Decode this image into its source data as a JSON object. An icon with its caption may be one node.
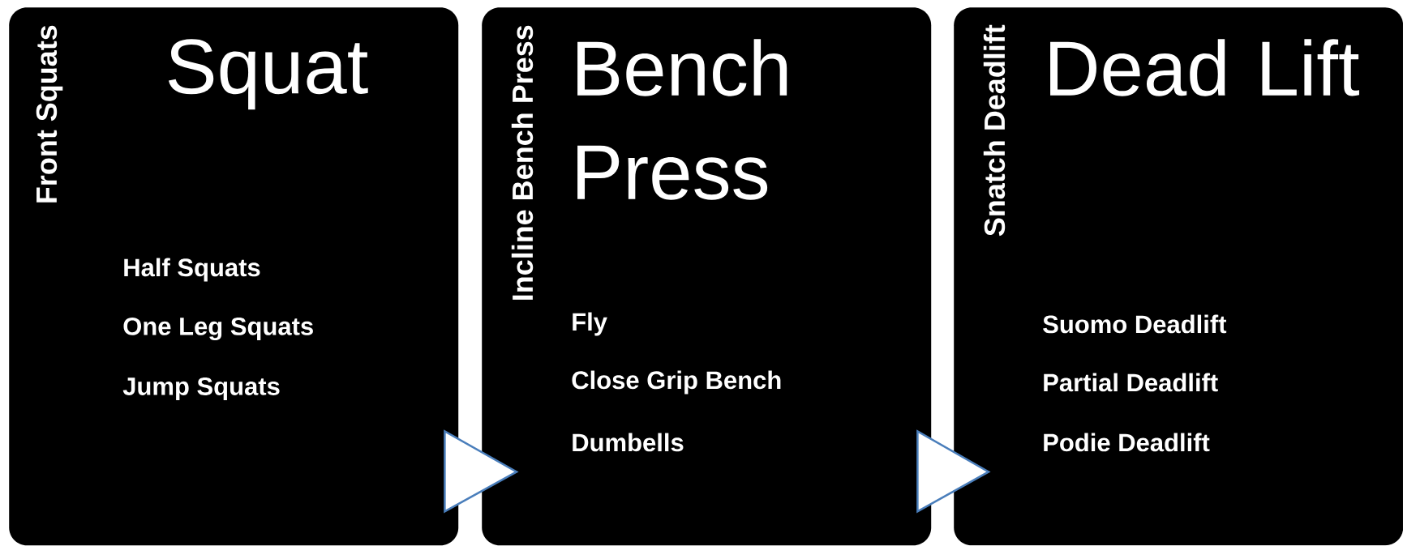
{
  "diagram": {
    "nodes": [
      {
        "text": [
          "Squat",
          "Front Squats",
          "Half Squats",
          "One Leg Squats",
          "Jump Squats"
        ]
      },
      {
        "text": [
          "Bench Press",
          "Incline Bench Press",
          "Fly",
          "Close Grip Bench",
          "Dumbells"
        ]
      },
      {
        "text": [
          "Dead Lift",
          "Snatch Deadlift",
          "Suomo Deadlift",
          "Partial Deadlift",
          "Podie Deadlift"
        ]
      }
    ],
    "edges": [
      {
        "from": 0,
        "to": 1,
        "arrow": "to"
      },
      {
        "from": 1,
        "to": 2,
        "arrow": "to"
      }
    ]
  }
}
